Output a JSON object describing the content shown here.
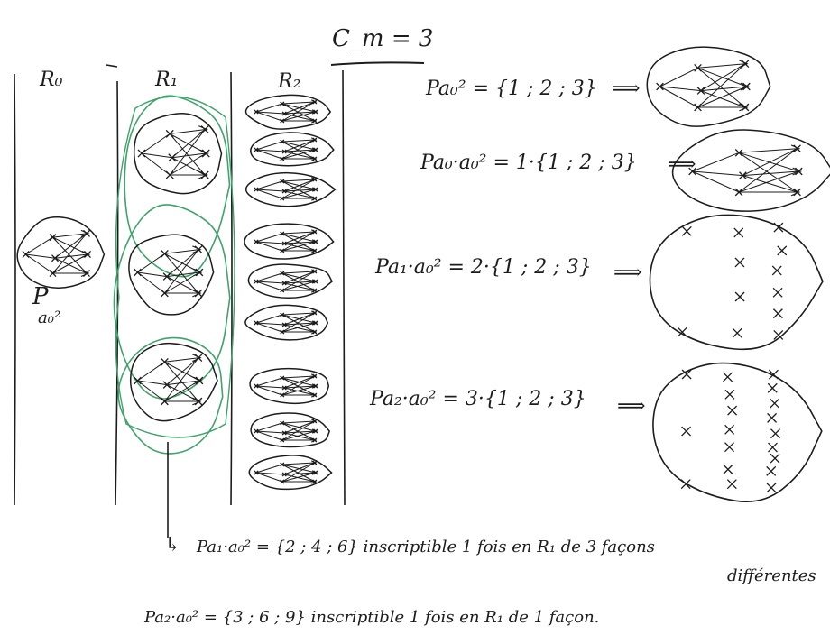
{
  "header": {
    "cm_label": "C_m = 3"
  },
  "columns": {
    "r0": "R₀",
    "r1": "R₁",
    "r2": "R₂"
  },
  "left_label": {
    "p": "P",
    "sub": "a₀²"
  },
  "equations": [
    {
      "text": "Pa₀² = {1 ; 2 ; 3}",
      "arrow": "⟹"
    },
    {
      "text": "Pa₀·a₀² = 1·{1 ; 2 ; 3}",
      "arrow": "⟹"
    },
    {
      "text": "Pa₁·a₀² = 2·{1 ; 2 ; 3}",
      "arrow": "⟹"
    },
    {
      "text": "Pa₂·a₀² = 3·{1 ; 2 ; 3}",
      "arrow": "⟹"
    }
  ],
  "bottom_notes": [
    {
      "arrow": "↳",
      "text": "Pa₁·a₀² = {2 ; 4 ; 6}  inscriptible 1 fois en R₁ de 3 façons",
      "continuation": "différentes"
    },
    {
      "text": "Pa₂·a₀² = {3 ; 6 ; 9}  inscriptible 1 fois en R₁ de 1 façon."
    }
  ],
  "colors": {
    "ink": "#1c1c1c",
    "green": "#3fa36b"
  }
}
